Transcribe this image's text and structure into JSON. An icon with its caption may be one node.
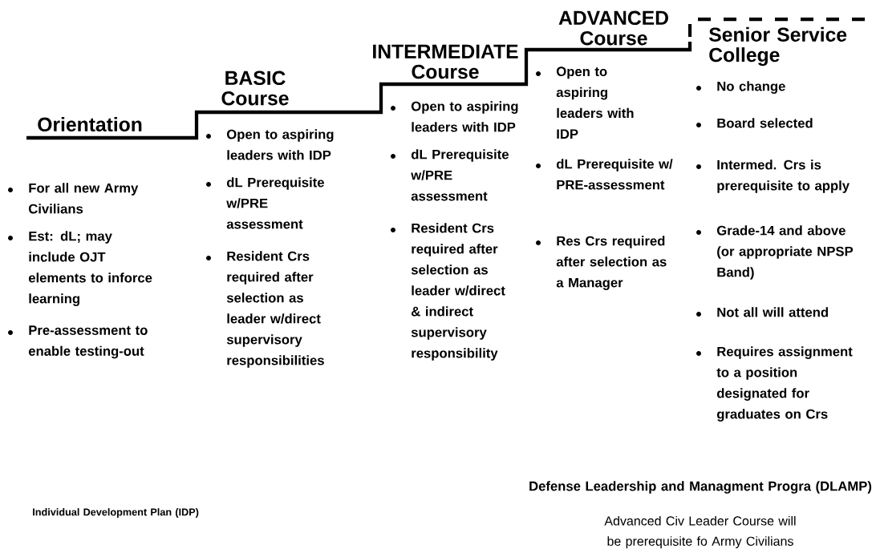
{
  "diagram": {
    "labels": [
      "Orientation",
      "For all new Army Civilians",
      "Est:  dL;  may include OJT elements to inforce learning",
      "Pre-assessment to enable testing-out",
      "BASIC Course",
      "Open to aspiring leaders with IDP",
      "dL Prerequisite w/PRE assessment",
      "Resident Crs required after selection as leader w/direct supervisory responsibilities",
      "INTERMEDIATE Course",
      "Open to aspiring leaders with IDP",
      "dL Prerequisite w/PRE assessment",
      "Resident Crs required after selection as leader w/direct & indirect supervisory responsibility",
      "ADVANCED Course",
      "Open to aspiring leaders with IDP",
      "dL Prerequisite w/ PRE-assessment",
      "Res Crs required after selection as a Manager",
      "Senior Service College",
      "No change",
      "Board selected",
      "Intermed. Crs is prerequisite to apply",
      "Grade-14 and above (or appropriate NPSP Band)",
      "Not all will attend",
      "Requires assignment to a position designated for graduates on Crs",
      "Individual Development Plan  (IDP)",
      "Defense Leadership and Managment Progra (DLAMP)",
      "Advanced Civ Leader Course will be prerequisite fo Army Civilians"
    ]
  }
}
